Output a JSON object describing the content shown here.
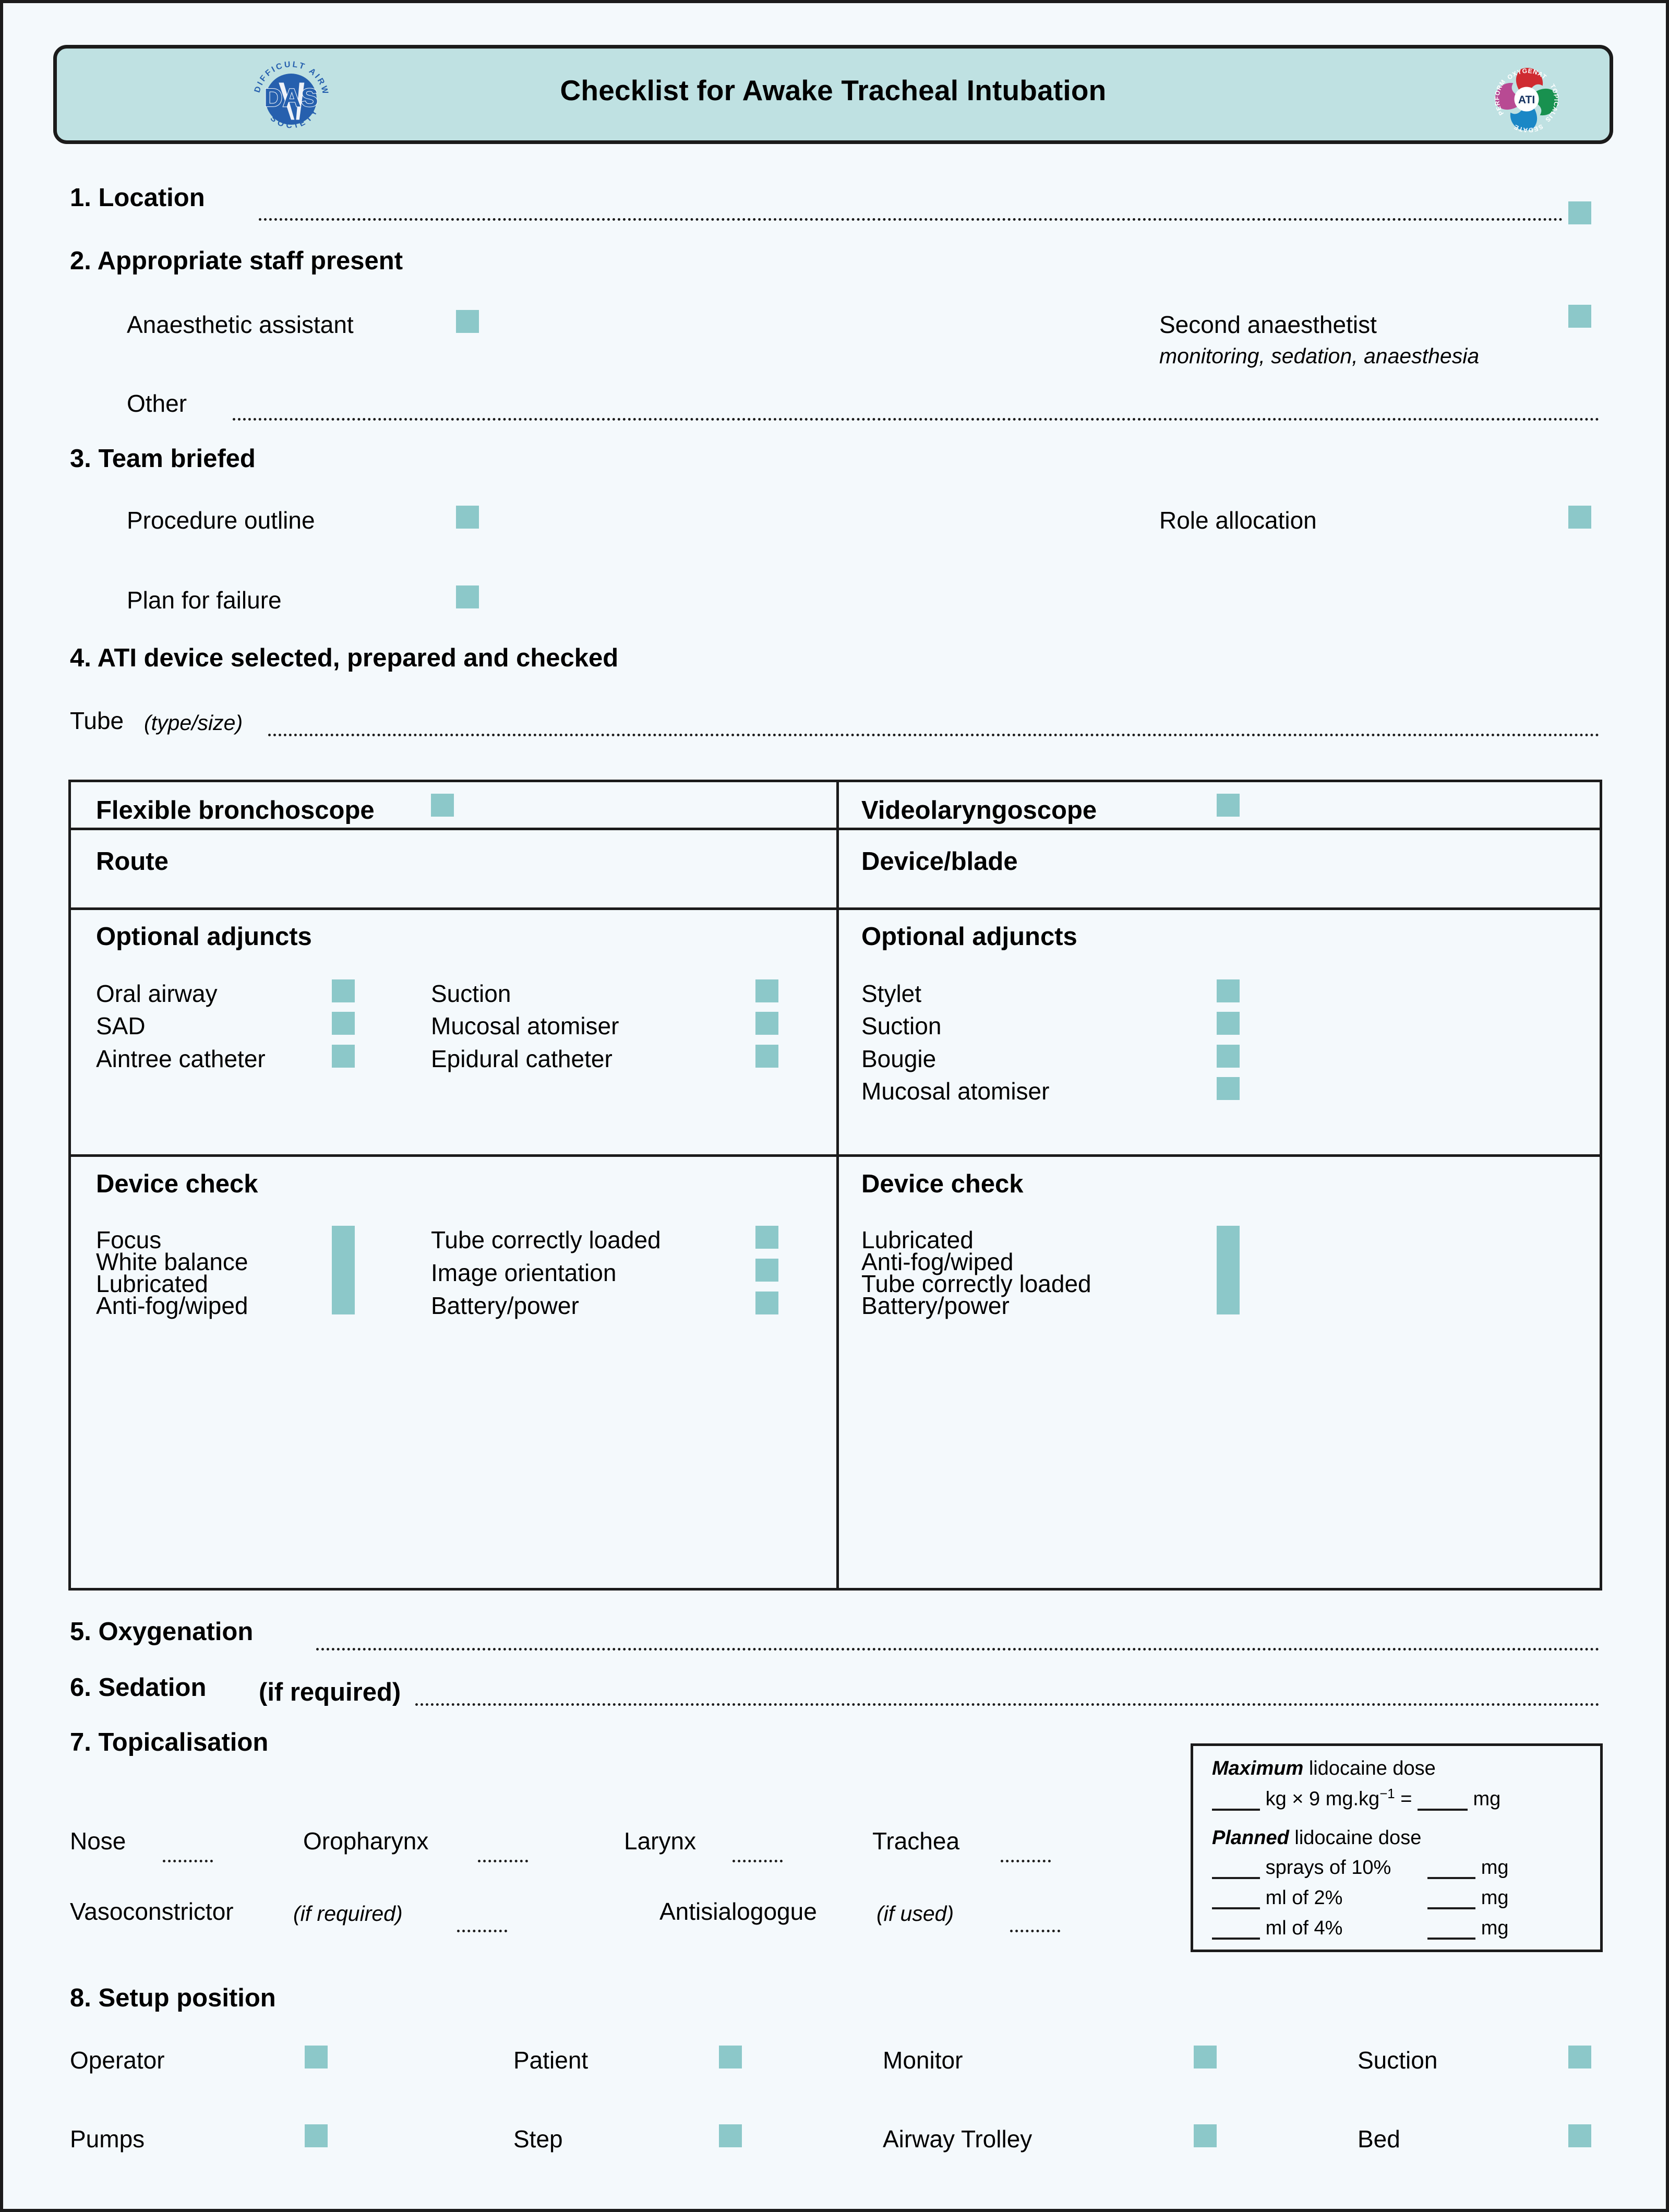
{
  "header": {
    "title": "Checklist for Awake Tracheal Intubation",
    "das_logo": {
      "name": "das-logo",
      "letters": "DAS",
      "ring_top": "DIFFICULT AIRWAY",
      "ring_bottom": "SOCIETY",
      "color": "#2660ae"
    },
    "ati_logo": {
      "name": "ati-pinwheel-logo",
      "center": "ATI",
      "petals": [
        {
          "label": "OXYGENATE",
          "color": "#cf2b31"
        },
        {
          "label": "TOPICALISE",
          "color": "#18914f"
        },
        {
          "label": "SEDATE",
          "color": "#1a87c6"
        },
        {
          "label": "PERFORM",
          "color": "#b84a93"
        }
      ]
    }
  },
  "colors": {
    "page_bg": "#f4f9fc",
    "banner_bg": "#bfe1e2",
    "checkbox": "#8cc8c9",
    "ink": "#1b1b1b"
  },
  "sections": {
    "s1": {
      "heading": "1. Location"
    },
    "s2": {
      "heading": "2. Appropriate staff present",
      "anaesthetic_assistant": "Anaesthetic assistant",
      "second_anaesthetist": "Second anaesthetist",
      "second_anaesthetist_note": "monitoring, sedation, anaesthesia",
      "other": "Other"
    },
    "s3": {
      "heading": "3. Team briefed",
      "procedure_outline": "Procedure outline",
      "role_allocation": "Role allocation",
      "plan_for_failure": "Plan for failure"
    },
    "s4": {
      "heading": "4. ATI device selected, prepared and checked",
      "tube_label": "Tube",
      "tube_note": "(type/size)"
    },
    "s5": {
      "heading": "5. Oxygenation"
    },
    "s6": {
      "heading": "6. Sedation",
      "note": "(if required)"
    },
    "s7": {
      "heading": "7. Topicalisation",
      "sites": [
        "Nose",
        "Oropharynx",
        "Larynx",
        "Trachea"
      ],
      "vasoconstrictor": "Vasoconstrictor",
      "vasoconstrictor_note": "(if required)",
      "antisialogogue": "Antisialogogue",
      "antisialogogue_note": "(if used)"
    },
    "s8": {
      "heading": "8. Setup position",
      "row1": [
        "Operator",
        "Patient",
        "Monitor",
        "Suction"
      ],
      "row2": [
        "Pumps",
        "Step",
        "Airway Trolley",
        "Bed"
      ]
    }
  },
  "device_table": {
    "left": {
      "device": "Flexible bronchoscope",
      "route_heading": "Route",
      "adjuncts_heading": "Optional adjuncts",
      "adjuncts_col1": [
        "Oral airway",
        "SAD",
        "Aintree catheter"
      ],
      "adjuncts_col2": [
        "Suction",
        "Mucosal atomiser",
        "Epidural catheter"
      ],
      "check_heading": "Device check",
      "check_col1": [
        "Focus",
        "White balance",
        "Lubricated",
        "Anti-fog/wiped"
      ],
      "check_col2": [
        "Tube correctly loaded",
        "Image orientation",
        "Battery/power"
      ]
    },
    "right": {
      "device": "Videolaryngoscope",
      "blade_heading": "Device/blade",
      "adjuncts_heading": "Optional adjuncts",
      "adjuncts": [
        "Stylet",
        "Suction",
        "Bougie",
        "Mucosal atomiser"
      ],
      "check_heading": "Device check",
      "checks": [
        "Lubricated",
        "Anti-fog/wiped",
        "Tube correctly loaded",
        "Battery/power"
      ]
    }
  },
  "lidocaine": {
    "max_title_bold": "Maximum",
    "max_title_rest": " lidocaine dose",
    "max_line_kg": "kg × 9 mg.kg",
    "max_line_exp": "−1",
    "max_line_eq": "=",
    "mg": "mg",
    "planned_title_bold": "Planned",
    "planned_title_rest": " lidocaine dose",
    "rows": [
      {
        "text": "sprays of 10%"
      },
      {
        "text": "ml of 2%"
      },
      {
        "text": "ml of 4%"
      }
    ]
  }
}
